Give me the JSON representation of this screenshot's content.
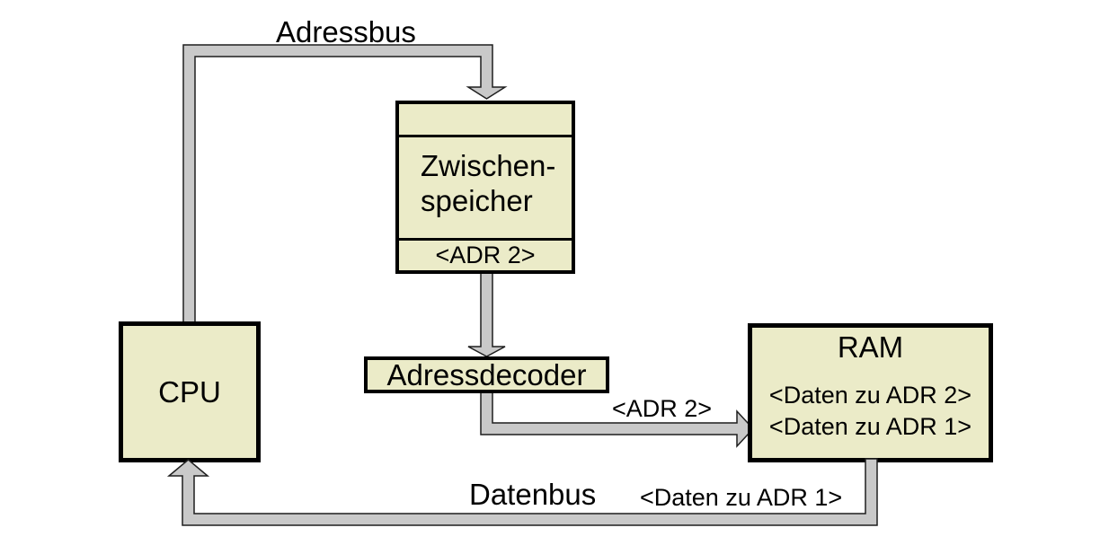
{
  "diagram": {
    "labels": {
      "adressbus": "Adressbus",
      "datenbus": "Datenbus",
      "adr2_on_bus": "<ADR 2>",
      "daten_adr1_on_bus": "<Daten zu ADR 1>"
    },
    "nodes": {
      "cpu": {
        "label": "CPU"
      },
      "zwischenspeicher": {
        "line1": "Zwischen-",
        "line2": "speicher",
        "value": "<ADR 2>"
      },
      "adressdecoder": {
        "label": "Adressdecoder"
      },
      "ram": {
        "title": "RAM",
        "entries": [
          "<Daten zu ADR 2>",
          "<Daten zu ADR 1>"
        ]
      }
    },
    "colors": {
      "box_fill": "#ebebc8",
      "box_border": "#000000",
      "bus_fill": "#c9c9c9",
      "bus_outline": "#1f1f1f",
      "background": "#ffffff",
      "text": "#000000"
    }
  }
}
